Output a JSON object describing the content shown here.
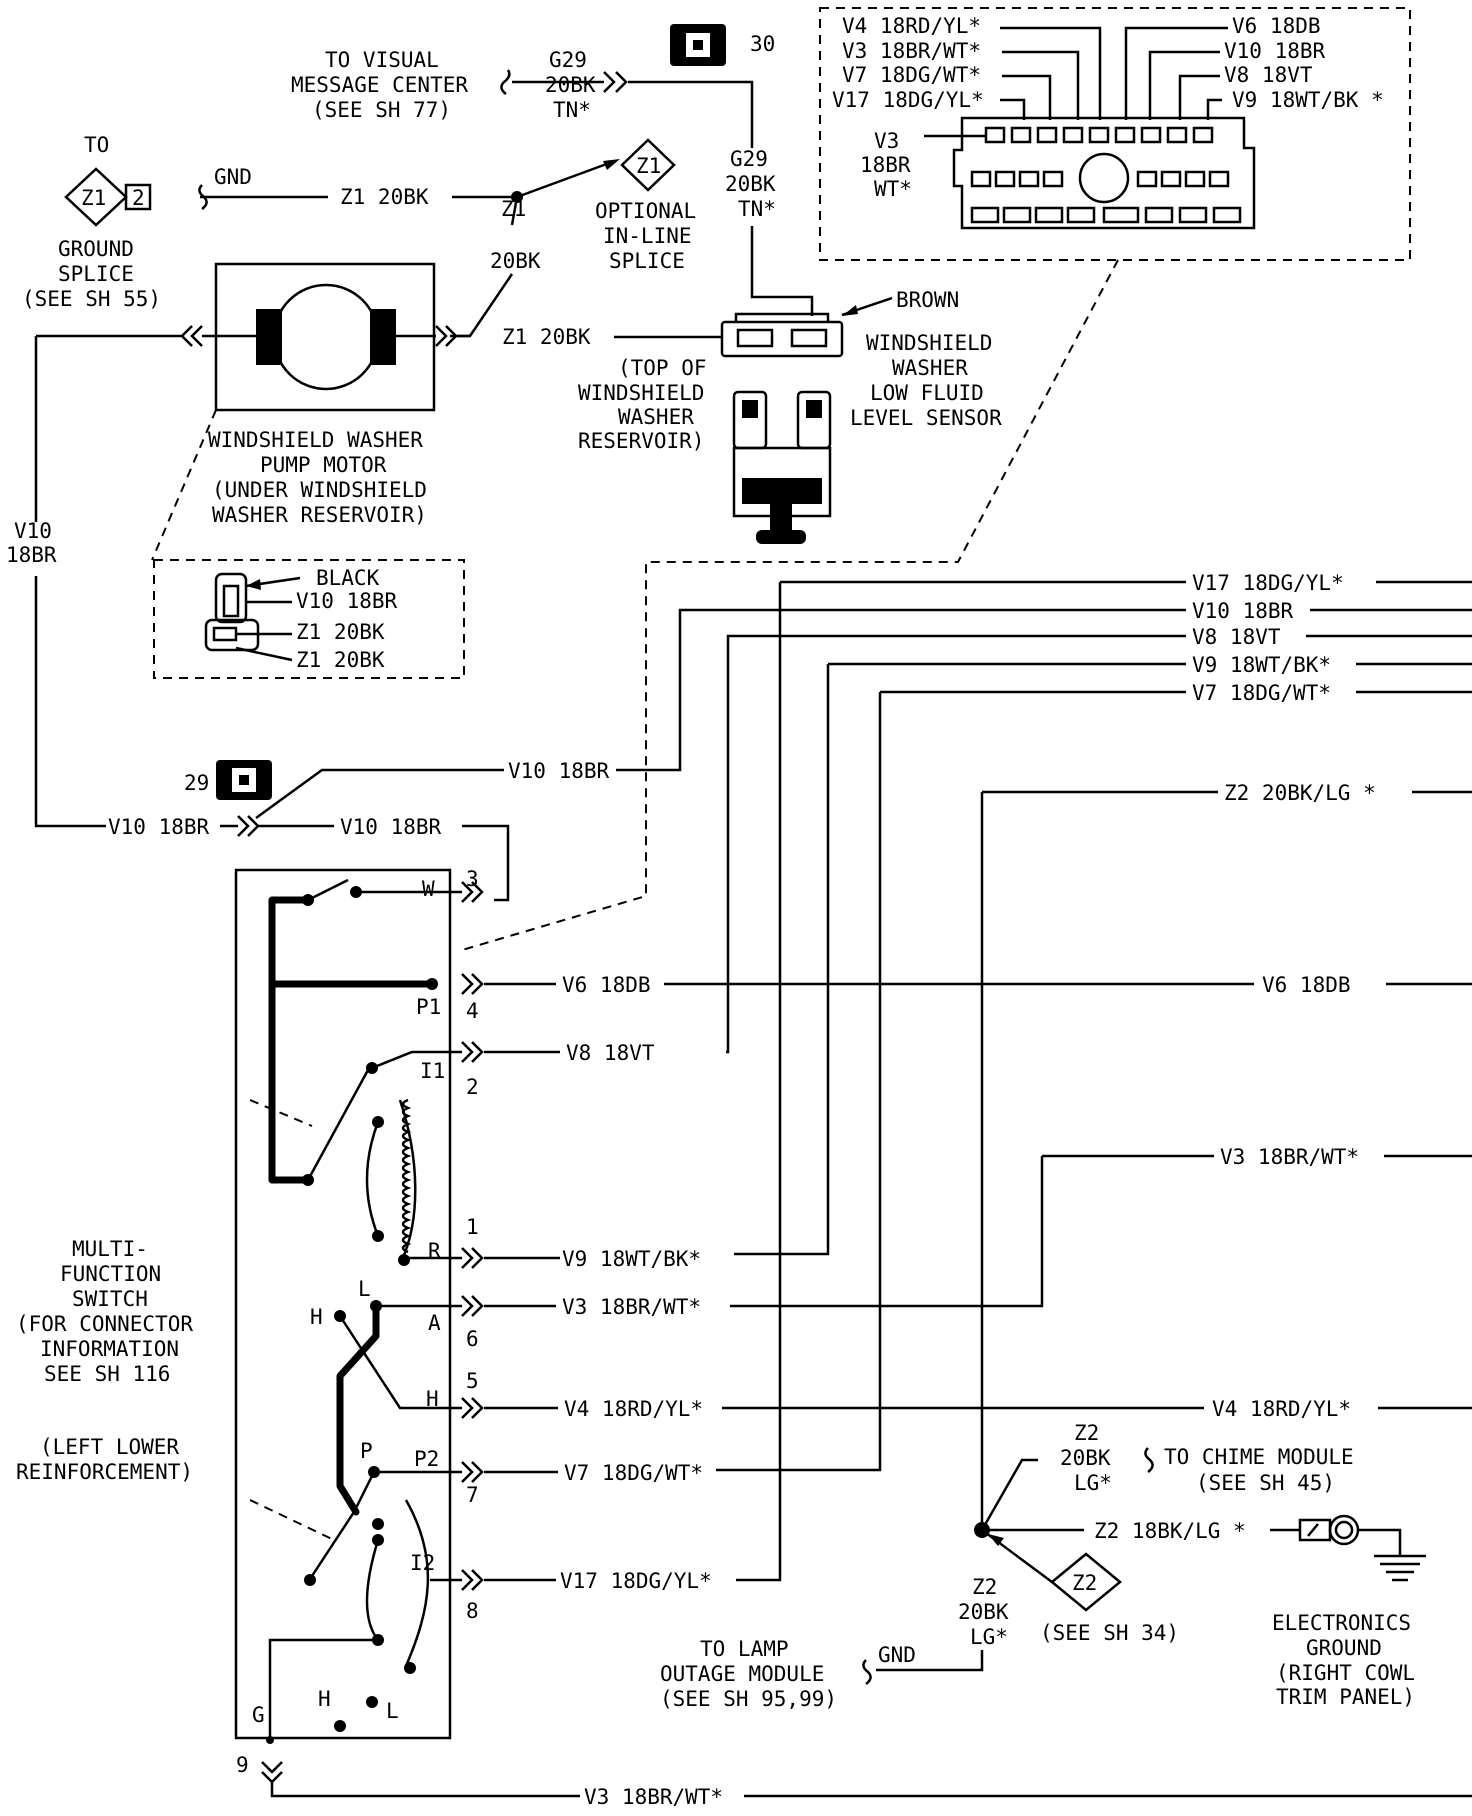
{
  "labels": {
    "to_visual": [
      "TO VISUAL",
      "MESSAGE CENTER",
      "(SEE SH 77)"
    ],
    "g29_top": [
      "G29",
      "20BK",
      "TN*"
    ],
    "conn30": "30",
    "g29_mid": [
      "G29",
      "20BK",
      "TN*"
    ],
    "to": "TO",
    "z1": "Z1",
    "z1_2": "2",
    "gnd": "GND",
    "z1_20bk_a": "Z1 20BK",
    "ground_splice": [
      "GROUND",
      "SPLICE",
      "(SEE SH 55)"
    ],
    "z1_vert": [
      "Z1",
      "20BK"
    ],
    "optional_splice": [
      "OPTIONAL",
      "IN-LINE",
      "SPLICE"
    ],
    "z1_20bk_b": "Z1 20BK",
    "brown": "BROWN",
    "washer_sensor": [
      "WINDSHIELD",
      "WASHER",
      "LOW FLUID",
      "LEVEL SENSOR"
    ],
    "top_of_res": [
      "(TOP OF",
      "WINDSHIELD",
      "WASHER",
      "RESERVOIR)"
    ],
    "pump_motor": [
      "WINDSHIELD WASHER",
      "PUMP MOTOR",
      "(UNDER WINDSHIELD",
      "WASHER RESERVOIR)"
    ],
    "v10_left": [
      "V10",
      "18BR"
    ],
    "inset": [
      "BLACK",
      "V10 18BR",
      "Z1 20BK",
      "Z1 20BK"
    ],
    "conn29": "29",
    "v10_18br_a": "V10 18BR",
    "v10_18br_b": "V10 18BR",
    "v10_18br_c": "V10 18BR",
    "conn_box_left": [
      "V4 18RD/YL*",
      "V3 18BR/WT*",
      "V7 18DG/WT*",
      "V17 18DG/YL*"
    ],
    "conn_box_right": [
      "V6 18DB",
      "V10 18BR",
      "V8 18VT",
      "V9 18WT/BK *"
    ],
    "conn_box_v3": [
      "V3",
      "18BR",
      "WT*"
    ],
    "right_wires": [
      "V17 18DG/YL*",
      "V10 18BR",
      "V8 18VT",
      "V9 18WT/BK*",
      "V7 18DG/WT*",
      "Z2 20BK/LG *",
      "V6 18DB",
      "V3 18BR/WT*",
      "V4 18RD/YL*"
    ],
    "switch_pins": [
      "W",
      "P1",
      "I1",
      "R",
      "L",
      "A",
      "H",
      "H",
      "P",
      "P2",
      "I2",
      "H",
      "L",
      "G"
    ],
    "pin_numbers": [
      "3",
      "4",
      "2",
      "1",
      "6",
      "5",
      "7",
      "8",
      "9"
    ],
    "switch_wires": [
      "V6 18DB",
      "V8 18VT",
      "V9 18WT/BK*",
      "V3 18BR/WT*",
      "V4 18RD/YL*",
      "V7 18DG/WT*",
      "V17 18DG/YL*"
    ],
    "multi_function": [
      "MULTI-",
      "FUNCTION",
      "SWITCH",
      "(FOR CONNECTOR",
      "INFORMATION",
      "SEE SH 116"
    ],
    "left_lower": [
      "(LEFT LOWER",
      "REINFORCEMENT)"
    ],
    "z2_chime": [
      "Z2",
      "20BK",
      "LG*"
    ],
    "to_chime": [
      "TO CHIME MODULE",
      "(SEE SH 45)"
    ],
    "z2_18bk": "Z2 18BK/LG *",
    "z2_flag": "Z2",
    "see_sh34": "(SEE SH 34)",
    "z2_lower": [
      "Z2",
      "20BK",
      "LG*"
    ],
    "electronics_ground": [
      "ELECTRONICS",
      "GROUND",
      "(RIGHT COWL",
      "TRIM PANEL)"
    ],
    "to_lamp": [
      "TO LAMP",
      "OUTAGE MODULE",
      "(SEE SH 95,99)"
    ],
    "gnd_lower": "GND",
    "v3_bottom": "V3 18BR/WT*"
  }
}
